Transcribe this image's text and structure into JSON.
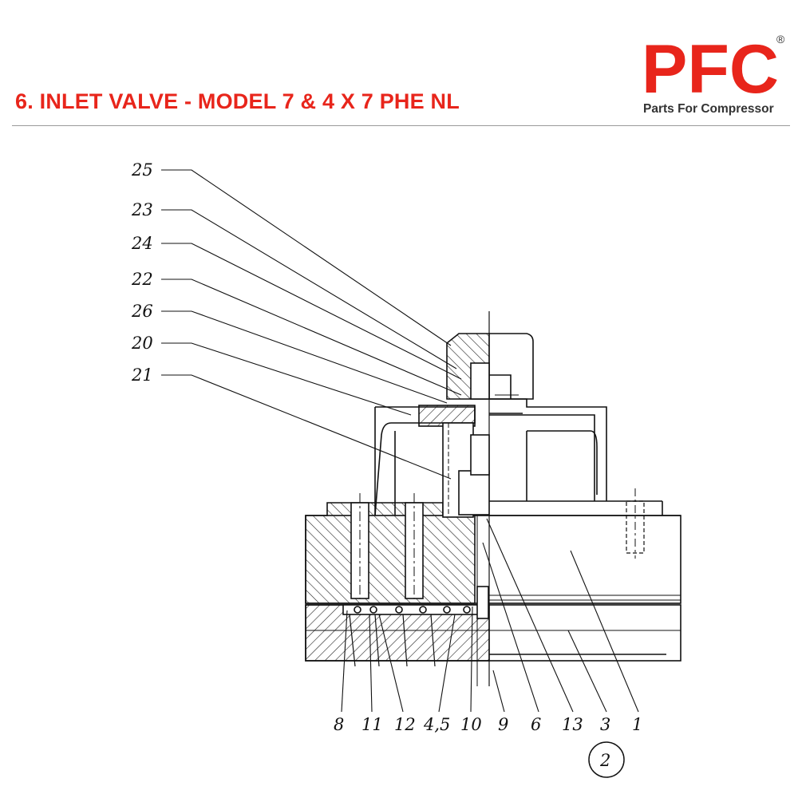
{
  "header": {
    "title": "6. INLET VALVE - MODEL 7 & 4 X 7 PHE NL",
    "brand_colors": {
      "accent": "#e8251b",
      "text": "#333333"
    }
  },
  "logo": {
    "wordmark": "PFC",
    "registered": "®",
    "tagline": "Parts For Compressor"
  },
  "diagram": {
    "callouts_left": [
      "25",
      "23",
      "24",
      "22",
      "26",
      "20",
      "21"
    ],
    "callouts_bottom": [
      "8",
      "11",
      "12",
      "4,5",
      "10",
      "9",
      "6",
      "13",
      "3",
      "1"
    ],
    "view_marker": "2"
  }
}
